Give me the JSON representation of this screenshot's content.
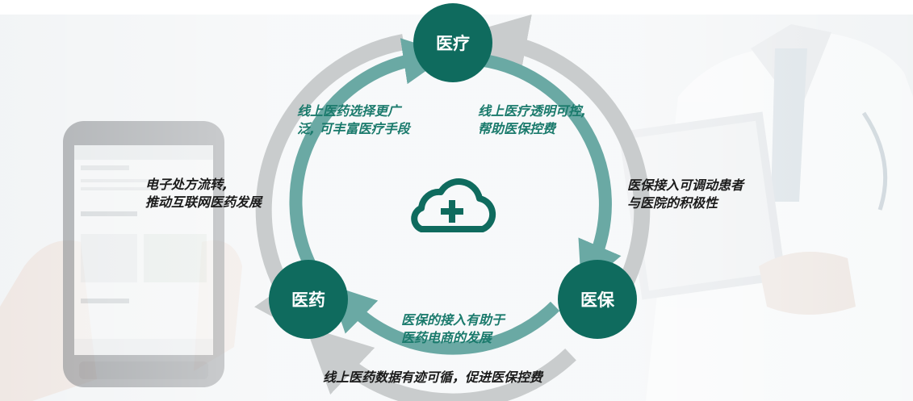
{
  "nodes": {
    "top": "医疗",
    "left": "医药",
    "right": "医保"
  },
  "labels": {
    "top_left": [
      "线上医药选择更广",
      "泛, 可丰富医疗手段"
    ],
    "top_right": [
      "线上医疗透明可控,",
      "帮助医保控费"
    ],
    "left": [
      "电子处方流转,",
      "推动互联网医药发展"
    ],
    "right": [
      "医保接入可调动患者",
      "与医院的积极性"
    ],
    "bottom_inner": [
      "医保的接入有助于",
      "医药电商的发展"
    ],
    "bottom": "线上医药数据有迹可循，促进医保控费"
  },
  "center_icon": "cloud-plus-icon",
  "colors": {
    "node": "#0f6b5e",
    "inner_arrow": "#6aa9a4",
    "outer_arrow": "#c9cccd",
    "teal_text": "#1a7a6c",
    "dark_text": "#1b1b1b"
  }
}
